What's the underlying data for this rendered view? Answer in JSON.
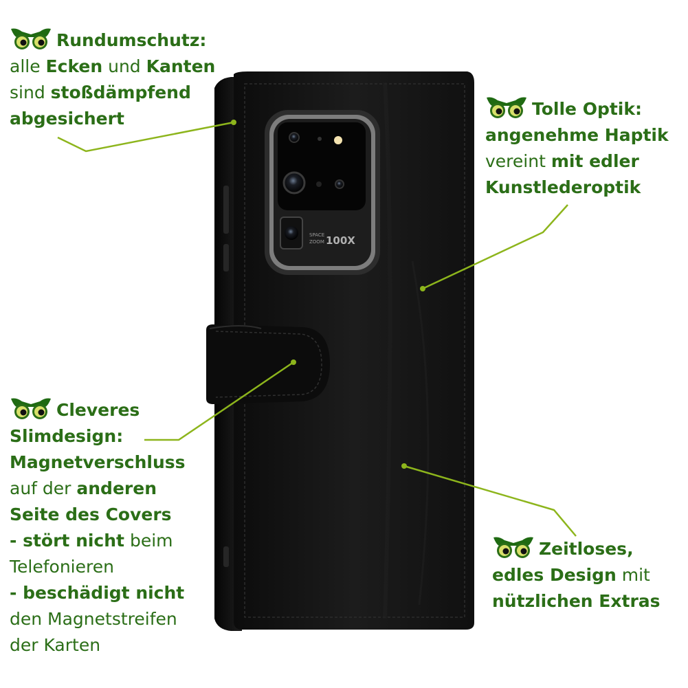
{
  "callouts": {
    "rundumschutz": {
      "heading": "Rundumschutz:",
      "l2a": "alle ",
      "l2b": "Ecken",
      "l2c": " und ",
      "l2d": "Kanten",
      "l3a": "sind ",
      "l3b": "stoßdämpfend",
      "l4": "abgesichert"
    },
    "optik": {
      "heading": "Tolle Optik:",
      "l2": "angenehme Haptik",
      "l3a": "vereint ",
      "l3b": "mit edler",
      "l4": "Kunstlederoptik"
    },
    "slim": {
      "heading": "Cleveres",
      "l2": "Slimdesign:",
      "l3": "Magnetverschluss",
      "l4a": "auf der ",
      "l4b": "anderen",
      "l5": "Seite des Covers",
      "l6a": "- stört nicht",
      "l6b": " beim",
      "l7": "Telefonieren",
      "l8": "- beschädigt nicht",
      "l9": "den Magnetstreifen",
      "l10": "der Karten"
    },
    "design": {
      "heading": "Zeitloses,",
      "l2a": "edles Design",
      "l2b": " mit",
      "l3": "nützlichen Extras"
    }
  },
  "camera": {
    "label_top": "SPACE",
    "label_bottom": "ZOOM",
    "zoom": "100X"
  },
  "colors": {
    "text": "#2b6e17",
    "line": "#8db51c",
    "case": "#141414"
  },
  "icons": [
    "owl-eyes-icon"
  ]
}
